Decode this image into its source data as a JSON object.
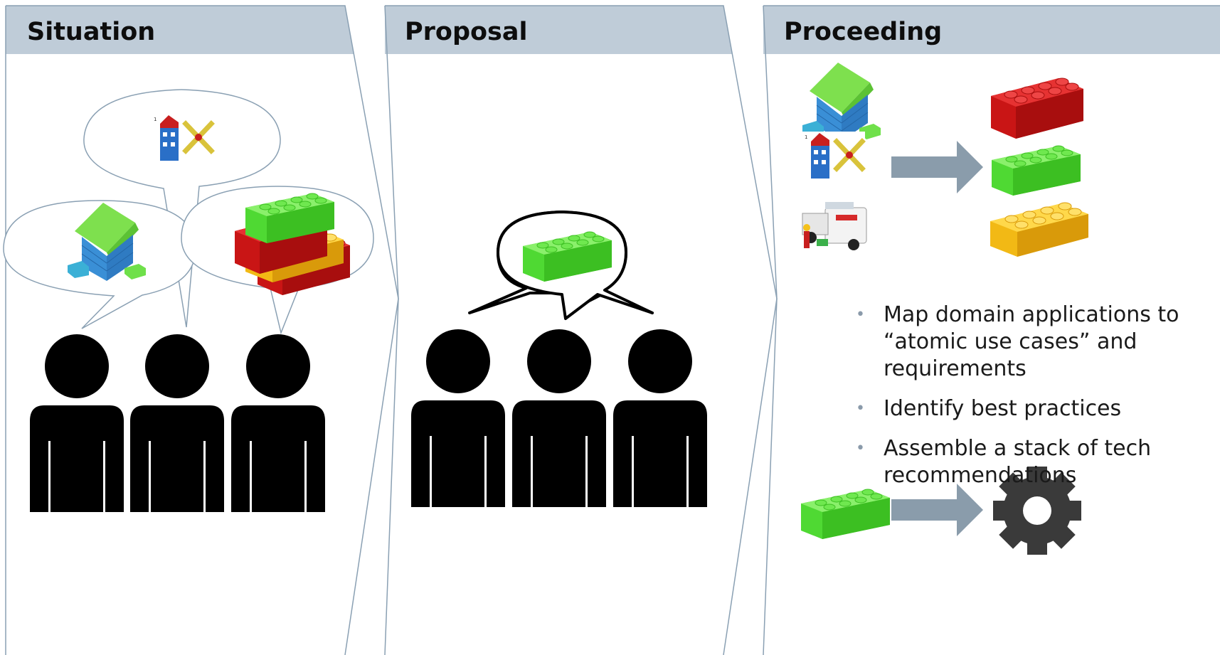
{
  "panels": [
    {
      "title": "Situation"
    },
    {
      "title": "Proposal"
    },
    {
      "title": "Proceeding"
    }
  ],
  "proceeding_bullets": [
    "Map domain applications to “atomic use cases” and requirements",
    "Identify best practices",
    "Assemble a stack of tech recommendations"
  ],
  "colors": {
    "header_fill": "#bfccd8",
    "panel_border": "#8aa0b3",
    "arrow": "#8a9cab",
    "brick_red": "#dd1d1d",
    "brick_green": "#55dd3a",
    "brick_yellow": "#f5c11a",
    "house_roof": "#7ee04e",
    "house_wall": "#3a8fd6",
    "gear": "#3a3a3a"
  },
  "icons": [
    "lego-house-icon",
    "instruction-sheet-icon",
    "lego-stack-icon",
    "person-icon",
    "lego-truck-icon",
    "gear-icon",
    "arrow-right-icon"
  ]
}
